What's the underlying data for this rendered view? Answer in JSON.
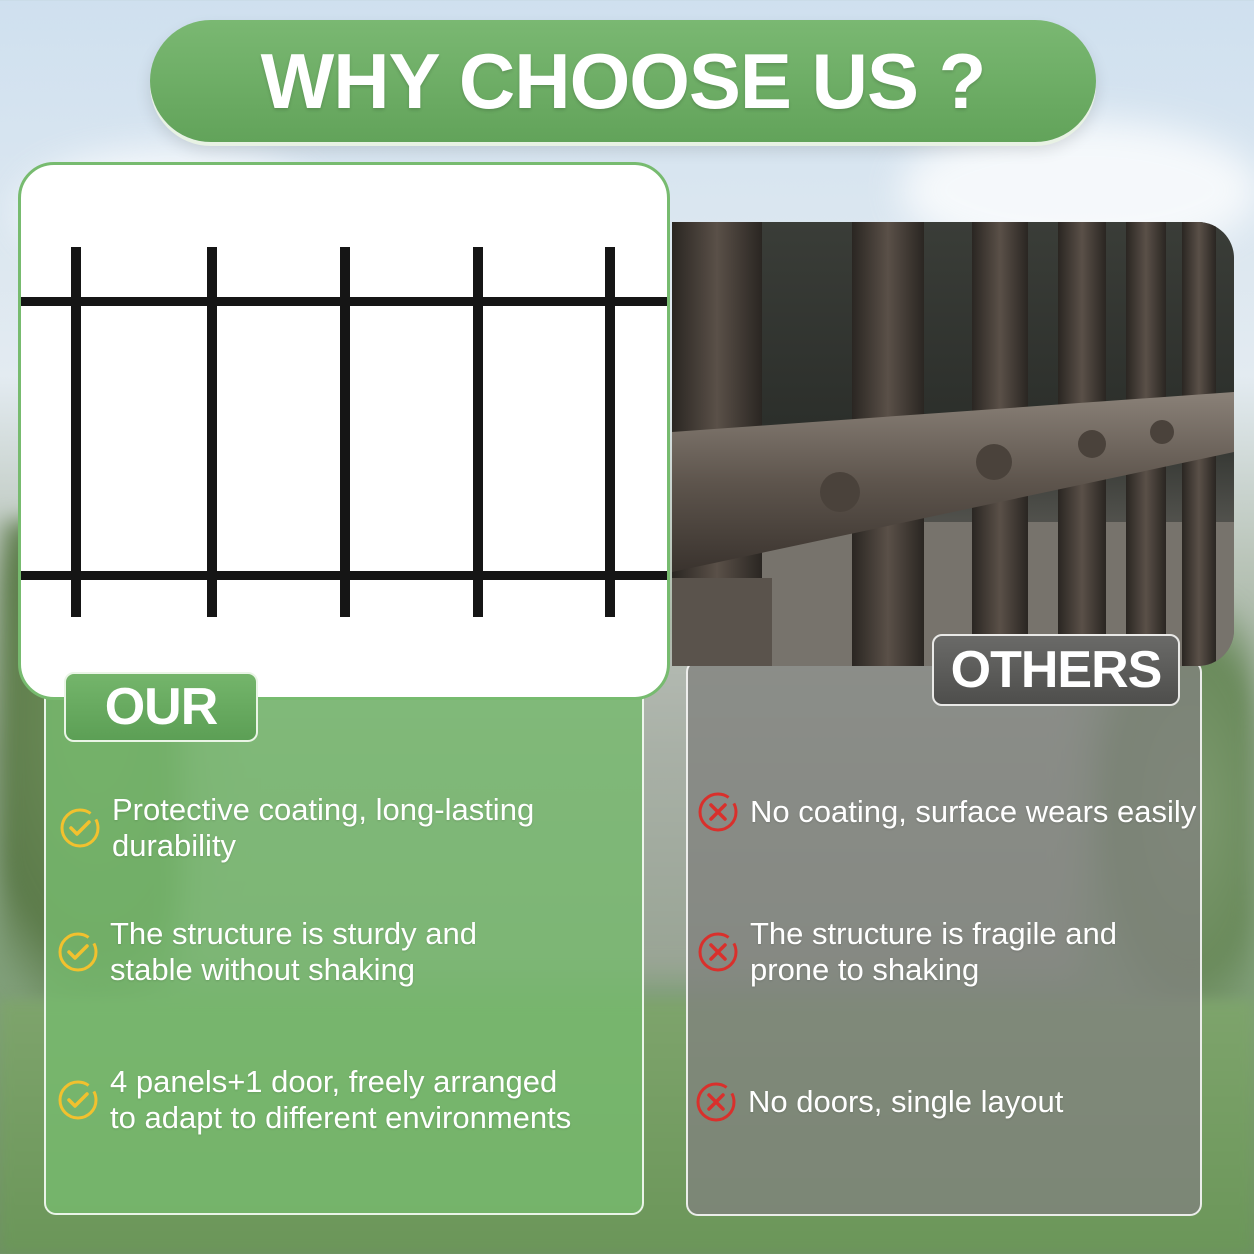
{
  "header": {
    "title": "WHY CHOOSE US ?"
  },
  "our": {
    "badge": "OUR",
    "features": [
      {
        "line1": "Protective coating, long-lasting",
        "line2": "durability"
      },
      {
        "line1": "The structure is sturdy and",
        "line2": "stable without shaking"
      },
      {
        "line1": "4 panels+1 door, freely arranged",
        "line2": "to adapt to different environments"
      }
    ]
  },
  "others": {
    "badge": "OTHERS",
    "features": [
      {
        "line1": "No coating, surface wears easily",
        "line2": ""
      },
      {
        "line1": "The structure is fragile and",
        "line2": "prone to shaking"
      },
      {
        "line1": "No doors, single layout",
        "line2": ""
      }
    ]
  },
  "icons": {
    "check": "check-circle-icon",
    "cross": "x-circle-icon"
  },
  "colors": {
    "green": "#68a960",
    "check_yellow": "#f2c12e",
    "cross_red": "#d9302c",
    "others_gray": "#55554f"
  }
}
